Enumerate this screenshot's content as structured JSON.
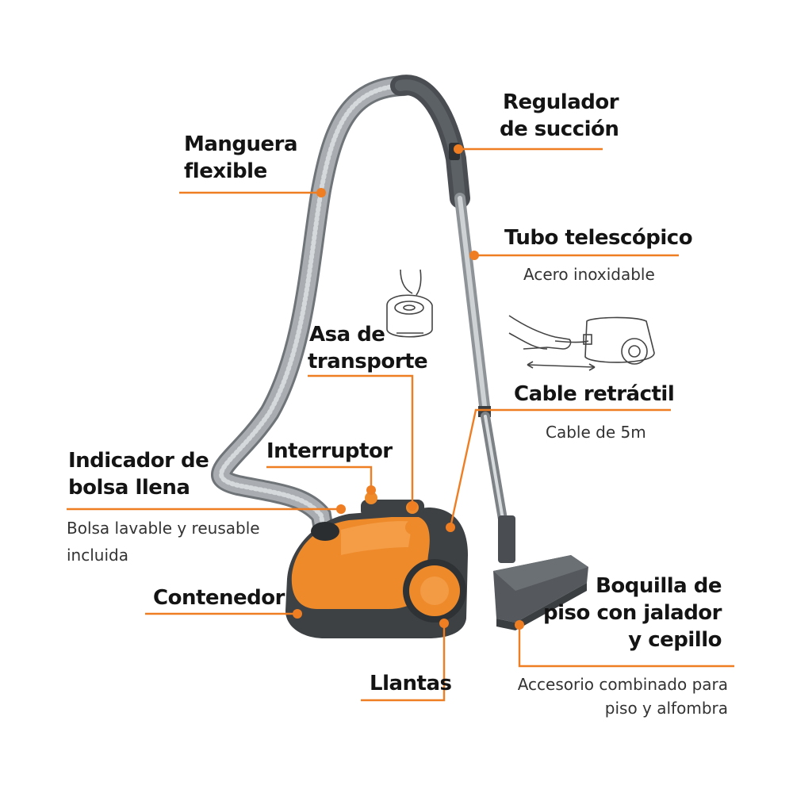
{
  "colors": {
    "accent": "#ef7d22",
    "hose": "#9ea3a7",
    "body_dark": "#3e4144",
    "body_orange": "#ee8a2a",
    "tube": "#b9bdc0"
  },
  "labels": {
    "manguera": [
      "Manguera",
      "flexible"
    ],
    "regulador": [
      "Regulador",
      "de succión"
    ],
    "tubo": "Tubo telescópico",
    "tubo_sub": "Acero inoxidable",
    "asa": [
      "Asa de",
      "transporte"
    ],
    "cable": "Cable retráctil",
    "cable_sub": "Cable de 5m",
    "interruptor": "Interruptor",
    "indicador": [
      "Indicador de",
      "bolsa llena"
    ],
    "indicador_sub": [
      "Bolsa lavable y reusable",
      "incluida"
    ],
    "contenedor": "Contenedor",
    "llantas": "Llantas",
    "boquilla": [
      "Boquilla de",
      "piso con jalador",
      "y cepillo"
    ],
    "boquilla_sub": [
      "Accesorio combinado para",
      "piso y alfombra"
    ]
  }
}
